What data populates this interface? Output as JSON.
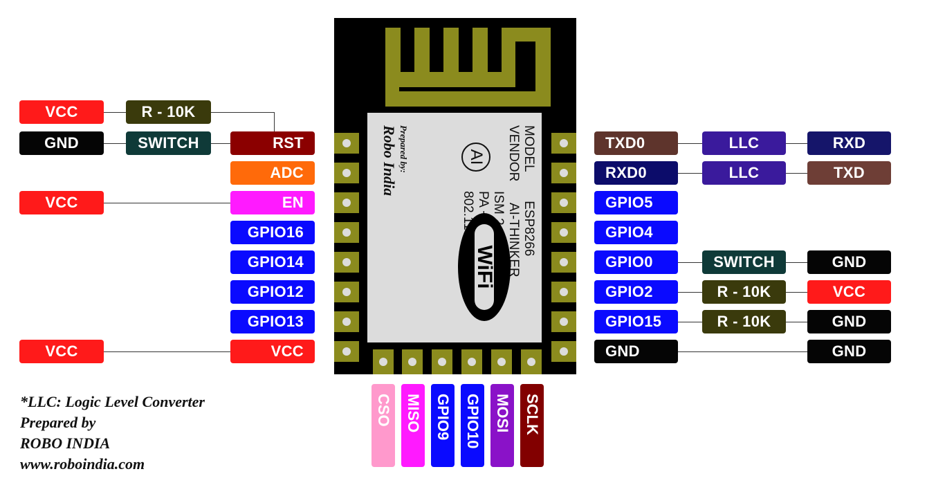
{
  "colors": {
    "vcc": "#ff1a1a",
    "gnd": "#050505",
    "resistor": "#3a3a0c",
    "switch": "#0f3a38",
    "rst": "#8b0000",
    "adc": "#ff6a0a",
    "en": "#ff1aff",
    "gpio": "#0a0aff",
    "txd0": "#5e342c",
    "rxd0": "#0c0c6a",
    "llc": "#3a1a9c",
    "rxd": "#15156a",
    "txd": "#6e3e36",
    "cso": "#ff99cc",
    "miso": "#ff1aff",
    "mosi": "#8a12c8",
    "sclk": "#820000",
    "antenna": "#8b8b1e",
    "module": "#000000",
    "shield": "#dcdcdc"
  },
  "left": {
    "r1_vcc": "VCC",
    "r1_resistor": "R - 10K",
    "r2_gnd": "GND",
    "r2_switch": "SWITCH",
    "pins": [
      "RST",
      "ADC",
      "EN",
      "GPIO16",
      "GPIO14",
      "GPIO12",
      "GPIO13",
      "VCC"
    ],
    "en_vcc": "VCC",
    "vcc_vcc": "VCC"
  },
  "right": {
    "pins": [
      "TXD0",
      "RXD0",
      "GPIO5",
      "GPIO4",
      "GPIO0",
      "GPIO2",
      "GPIO15",
      "GND"
    ],
    "llc1": "LLC",
    "rxd": "RXD",
    "llc2": "LLC",
    "txd": "TXD",
    "gpio0_switch": "SWITCH",
    "gpio0_gnd": "GND",
    "gpio2_resistor": "R - 10K",
    "gpio2_vcc": "VCC",
    "gpio15_resistor": "R - 10K",
    "gpio15_gnd": "GND",
    "gnd_gnd": "GND"
  },
  "bottom": {
    "pins": [
      "CSO",
      "MISO",
      "GPIO9",
      "GPIO10",
      "MOSI",
      "SCLK"
    ]
  },
  "module": {
    "lines": [
      "MODEL        ESP8266",
      "VENDOR      AI-THINKER",
      "                  ISM 2.4 Ghz",
      "                  PA +25dBm",
      "                  802.11 b/g/n"
    ],
    "credit_small": "Prepared by:",
    "credit_big": "Robo India",
    "ai_logo": "AI",
    "wifi_logo": "WiFi",
    "icons": [
      "antenna-trace",
      "wifi-logo",
      "ai-thinker-logo"
    ]
  },
  "notes": {
    "line1": "*LLC: Logic Level Converter",
    "line2": "Prepared by",
    "line3": "ROBO INDIA",
    "line4": "www.roboindia.com"
  }
}
